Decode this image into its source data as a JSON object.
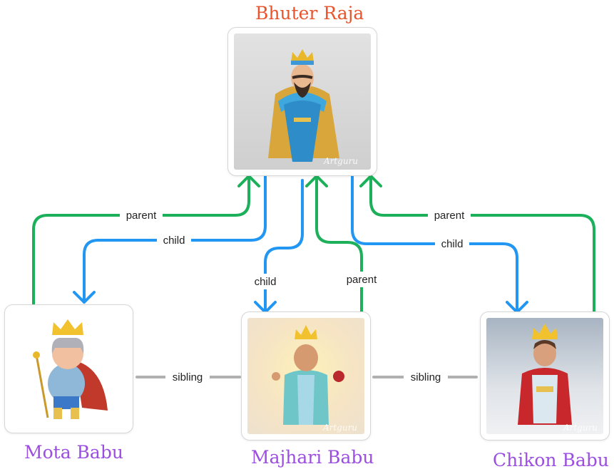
{
  "nodes": {
    "root": {
      "name": "Bhuter Raja",
      "name_color": "#e8542c"
    },
    "mota": {
      "name": "Mota Babu",
      "name_color": "#9b4ee0"
    },
    "majhari": {
      "name": "Majhari Babu",
      "name_color": "#9b4ee0"
    },
    "chikon": {
      "name": "Chikon Babu",
      "name_color": "#9b4ee0"
    }
  },
  "watermark": "Artguru",
  "edge_labels": {
    "parent": "parent",
    "child": "child",
    "sibling": "sibling"
  },
  "colors": {
    "parent_edge": "#1db05a",
    "child_edge": "#2196f3",
    "sibling_edge": "#b0b0b0"
  }
}
